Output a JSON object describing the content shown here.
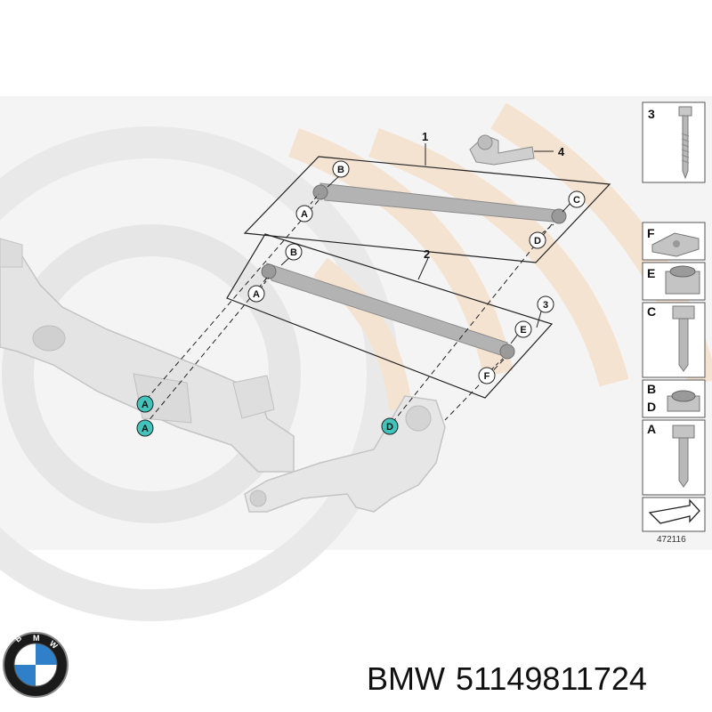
{
  "diagram": {
    "parts": [
      {
        "number": "1"
      },
      {
        "number": "2"
      },
      {
        "number": "3"
      },
      {
        "number": "4"
      }
    ],
    "callouts": {
      "arm1": [
        "A",
        "B",
        "C",
        "D"
      ],
      "arm2": [
        "A",
        "B",
        "E",
        "F"
      ],
      "frame": [
        "A",
        "A",
        "D"
      ]
    },
    "panels": {
      "top": "3",
      "f": "F",
      "e": "E",
      "c": "C",
      "bd_b": "B",
      "bd_d": "D",
      "a": "A"
    },
    "reference_number": "472116",
    "colors": {
      "highlight": "#42c4bd",
      "watermark": "#f5e3d2",
      "part_gray": "#b3b3b3"
    }
  },
  "caption": {
    "brand": "BMW",
    "part_number": "51149811724"
  }
}
